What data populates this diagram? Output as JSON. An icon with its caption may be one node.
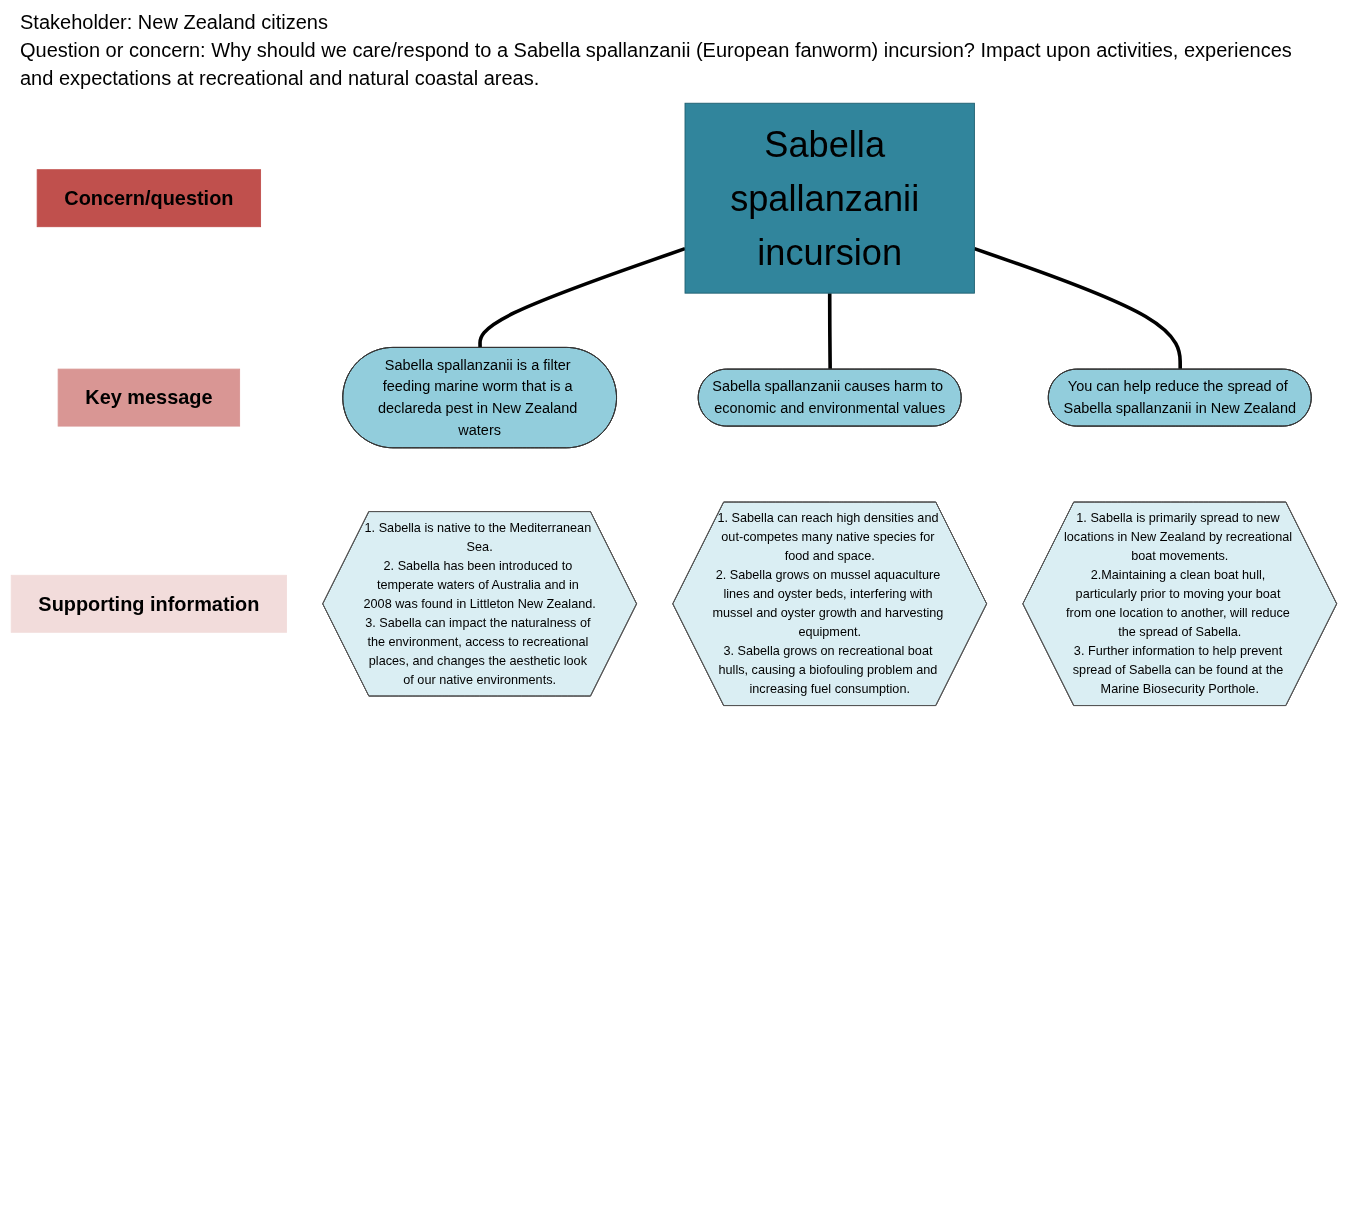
{
  "diagram": {
    "nodes": [
      {
        "text": [
          "Concern/question"
        ]
      },
      {
        "text": [
          "Key message"
        ]
      },
      {
        "text": [
          "Supporting information"
        ]
      },
      {
        "text": [
          "Sabella spallanzanii incursion"
        ]
      },
      {
        "text": [
          "Sabella spallanzanii is a filter feeding marine worm that is a declareda pest in New Zealand waters"
        ]
      },
      {
        "text": [
          "Sabella spallanzanii causes harm to economic and environmental values"
        ]
      },
      {
        "text": [
          "You can help reduce the spread of Sabella spallanzanii in New Zealand"
        ]
      },
      {
        "text": [
          "1. Sabella is native to the Mediterranean Sea.",
          "2. Sabella has been introduced to temperate waters of Australia and in 2008 was found in Littleton New Zealand.",
          "3. Sabella can impact the naturalness of the environment, access to recreational places, and changes the aesthetic look of our native environments."
        ]
      },
      {
        "text": [
          "1. Sabella can reach high densities and out-competes many native species for food and space.",
          "2. Sabella grows on mussel aquaculture lines and oyster beds, interfering with mussel and oyster growth and harvesting equipment.",
          "3. Sabella grows on recreational boat hulls, causing a biofouling problem and increasing fuel consumption."
        ]
      },
      {
        "text": [
          "1. Sabella is primarily spread to new locations in New Zealand by recreational boat movements.",
          "2.Maintaining a clean boat hull, particularly prior to moving your boat from one location to another, will reduce the spread of Sabella.",
          "3. Further information to help prevent spread of Sabella can be found at the Marine Biosecurity Porthole."
        ]
      }
    ],
    "edges": [
      {
        "from": 3,
        "to": 4,
        "arrow": "none"
      },
      {
        "from": 3,
        "to": 5,
        "arrow": "none"
      },
      {
        "from": 3,
        "to": 6,
        "arrow": "none"
      }
    ],
    "labels": [
      "Stakeholder: New Zealand citizens",
      "Question or concern: Why should we care/respond to a Sabella spallanzanii (European fanworm) incursion? Impact upon activities, experiences and expectations at recreational and natural coastal areas."
    ]
  }
}
